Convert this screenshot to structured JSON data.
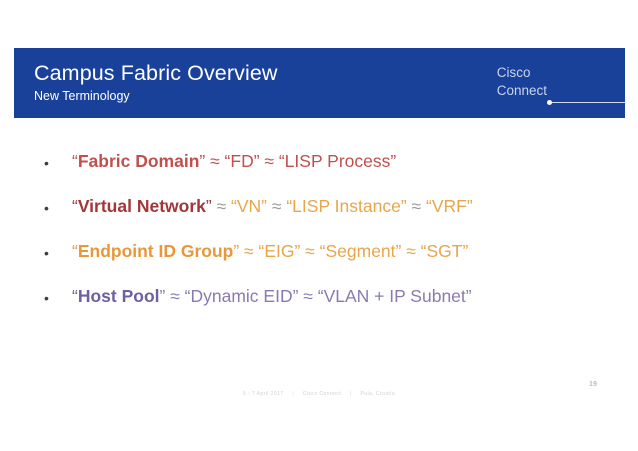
{
  "header": {
    "title": "Campus Fabric Overview",
    "subtitle": "New Terminology",
    "band_color": "#1a4199",
    "logo": {
      "line1": "Cisco",
      "line2": "Connect"
    }
  },
  "colors": {
    "red": "#c0504d",
    "maroon": "#a33639",
    "orange": "#e8a54b",
    "orange_bold": "#e8973a",
    "purple": "#8a7ab0",
    "purple_bold": "#6f5fa0",
    "bullet": "#404040"
  },
  "body": {
    "bullet_marker": "•",
    "items": [
      {
        "name": "fabric-domain",
        "segments": [
          {
            "text": "“",
            "color": "#c0504d",
            "bold": false
          },
          {
            "text": "Fabric Domain",
            "color": "#c0504d",
            "bold": true
          },
          {
            "text": "” ≈ “FD” ≈ “LISP Process”",
            "color": "#c0504d",
            "bold": false
          }
        ]
      },
      {
        "name": "virtual-network",
        "segments": [
          {
            "text": "“",
            "color": "#a33639",
            "bold": false
          },
          {
            "text": "Virtual Network",
            "color": "#a33639",
            "bold": true
          },
          {
            "text": "”",
            "color": "#a33639",
            "bold": false
          },
          {
            "text": " ≈ ",
            "color": "#9a9a9a",
            "bold": false
          },
          {
            "text": "“VN”",
            "color": "#e8a54b",
            "bold": false
          },
          {
            "text": " ≈ ",
            "color": "#9a9a9a",
            "bold": false
          },
          {
            "text": "“LISP Instance”",
            "color": "#e8a54b",
            "bold": false
          },
          {
            "text": " ≈ ",
            "color": "#9a9a9a",
            "bold": false
          },
          {
            "text": "“VRF”",
            "color": "#e8a54b",
            "bold": false
          }
        ]
      },
      {
        "name": "endpoint-id-group",
        "segments": [
          {
            "text": "“",
            "color": "#e8973a",
            "bold": false
          },
          {
            "text": "Endpoint ID Group",
            "color": "#e8973a",
            "bold": true
          },
          {
            "text": "” ≈ “EIG” ≈ “Segment” ≈ “SGT”",
            "color": "#e8a54b",
            "bold": false
          }
        ]
      },
      {
        "name": "host-pool",
        "segments": [
          {
            "text": "“",
            "color": "#6f5fa0",
            "bold": false
          },
          {
            "text": "Host Pool",
            "color": "#6f5fa0",
            "bold": true
          },
          {
            "text": "” ≈ “Dynamic EID” ≈ “VLAN + IP Subnet”",
            "color": "#8a7ab0",
            "bold": false
          }
        ]
      }
    ]
  },
  "footer": {
    "date": "5 - 7 April 2017",
    "event": "Cisco Connect",
    "location": "Pula, Croatia",
    "separator": "|",
    "page_number": "19"
  }
}
